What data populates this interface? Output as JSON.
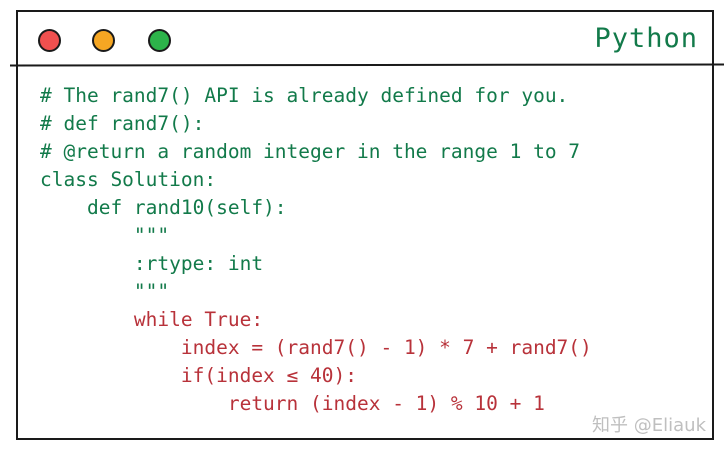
{
  "colors": {
    "window_border": "#1a1a1a",
    "dot_red": "#f0504f",
    "dot_yellow": "#f5a623",
    "dot_green": "#2db34a",
    "code_green": "#127a4a",
    "code_red": "#b8323a",
    "watermark": "#b9b9b9"
  },
  "window": {
    "language_label": "Python"
  },
  "code_lines": [
    {
      "indent": "",
      "text": "# The rand7() API is already defined for you.",
      "color": "#127a4a"
    },
    {
      "indent": "",
      "text": "# def rand7():",
      "color": "#127a4a"
    },
    {
      "indent": "",
      "text": "# @return a random integer in the range 1 to 7",
      "color": "#127a4a"
    },
    {
      "indent": "",
      "text": "class Solution:",
      "color": "#127a4a"
    },
    {
      "indent": "    ",
      "text": "def rand10(self):",
      "color": "#127a4a"
    },
    {
      "indent": "        ",
      "text": "\"\"\"",
      "color": "#127a4a"
    },
    {
      "indent": "        ",
      "text": ":rtype: int",
      "color": "#127a4a"
    },
    {
      "indent": "        ",
      "text": "\"\"\"",
      "color": "#127a4a"
    },
    {
      "indent": "        ",
      "text": "while True:",
      "color": "#b8323a"
    },
    {
      "indent": "            ",
      "text": "index = (rand7() - 1) * 7 + rand7()",
      "color": "#b8323a"
    },
    {
      "indent": "            ",
      "text": "if(index ≤ 40):",
      "color": "#b8323a"
    },
    {
      "indent": "                ",
      "text": "return (index - 1) % 10 + 1",
      "color": "#b8323a"
    }
  ],
  "watermark": {
    "text": "知乎 @Eliauk"
  }
}
